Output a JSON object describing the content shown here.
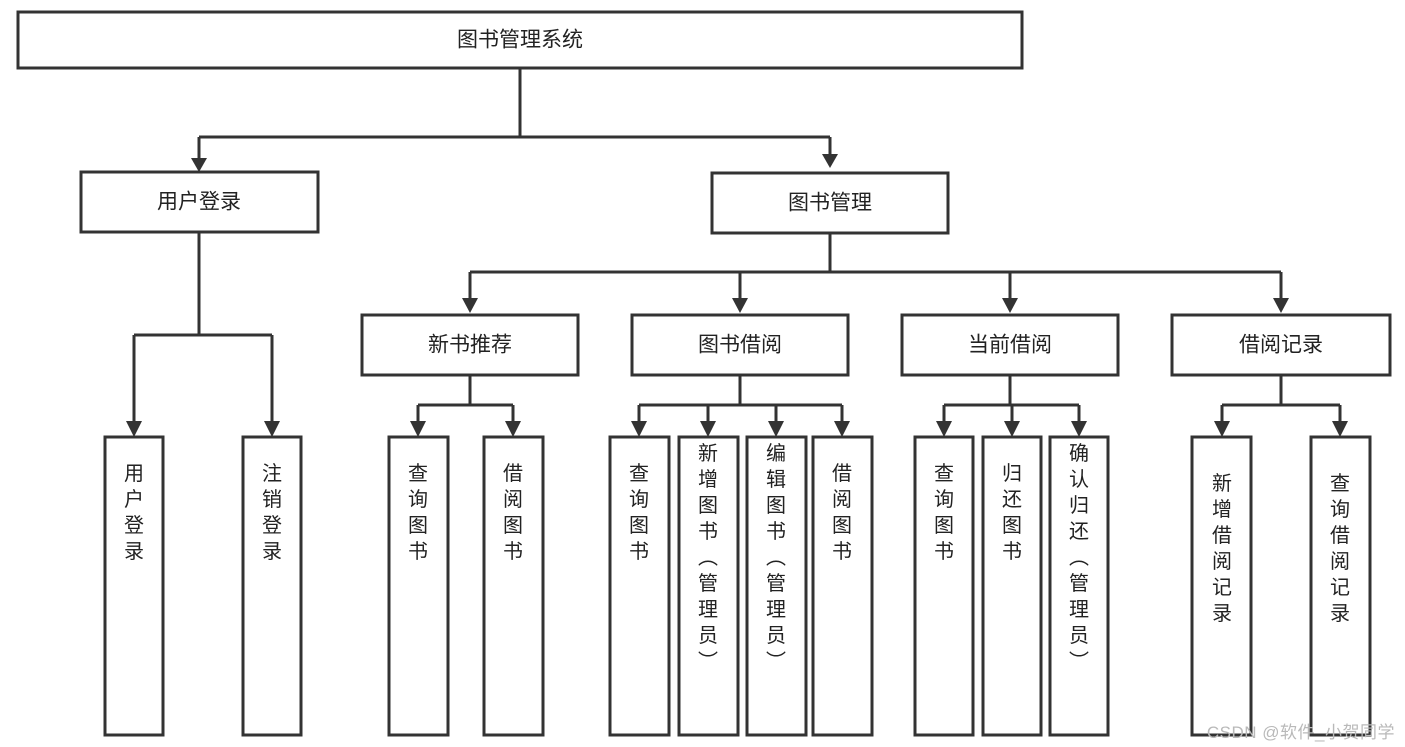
{
  "diagram": {
    "type": "tree-hierarchy-chart",
    "title": "图书管理系统",
    "orientation": "top-down",
    "colors": {
      "box_stroke": "#333333",
      "box_fill": "#ffffff",
      "connector": "#333333",
      "text": "#222222",
      "watermark": "#b9b9b9",
      "background": "#ffffff"
    },
    "nodes": {
      "root": {
        "label": "图书管理系统",
        "level": 0,
        "orientation": "horizontal"
      },
      "user_login": {
        "label": "用户登录",
        "level": 1,
        "orientation": "horizontal"
      },
      "book_manage": {
        "label": "图书管理",
        "level": 1,
        "orientation": "horizontal"
      },
      "new_book_rec": {
        "label": "新书推荐",
        "level": 2,
        "orientation": "horizontal"
      },
      "book_borrow": {
        "label": "图书借阅",
        "level": 2,
        "orientation": "horizontal"
      },
      "current_borrow": {
        "label": "当前借阅",
        "level": 2,
        "orientation": "horizontal"
      },
      "borrow_record": {
        "label": "借阅记录",
        "level": 2,
        "orientation": "horizontal"
      },
      "leaf_user_login": {
        "label": "用户登录",
        "level": 2,
        "orientation": "vertical"
      },
      "leaf_user_logout": {
        "label": "注销登录",
        "level": 2,
        "orientation": "vertical"
      },
      "leaf_rec_query": {
        "label": "查询图书",
        "level": 3,
        "orientation": "vertical"
      },
      "leaf_rec_borrow": {
        "label": "借阅图书",
        "level": 3,
        "orientation": "vertical"
      },
      "leaf_bb_query": {
        "label": "查询图书",
        "level": 3,
        "orientation": "vertical"
      },
      "leaf_bb_add": {
        "label": "新增图书（管理员）",
        "level": 3,
        "orientation": "vertical"
      },
      "leaf_bb_edit": {
        "label": "编辑图书（管理员）",
        "level": 3,
        "orientation": "vertical"
      },
      "leaf_bb_borrow": {
        "label": "借阅图书",
        "level": 3,
        "orientation": "vertical"
      },
      "leaf_cb_query": {
        "label": "查询图书",
        "level": 3,
        "orientation": "vertical"
      },
      "leaf_cb_return": {
        "label": "归还图书",
        "level": 3,
        "orientation": "vertical"
      },
      "leaf_cb_confirm": {
        "label": "确认归还（管理员）",
        "level": 3,
        "orientation": "vertical"
      },
      "leaf_br_add": {
        "label": "新增借阅记录",
        "level": 3,
        "orientation": "vertical"
      },
      "leaf_br_query": {
        "label": "查询借阅记录",
        "level": 3,
        "orientation": "vertical"
      }
    },
    "edges": [
      {
        "from": "root",
        "to": "user_login"
      },
      {
        "from": "root",
        "to": "book_manage"
      },
      {
        "from": "user_login",
        "to": "leaf_user_login"
      },
      {
        "from": "user_login",
        "to": "leaf_user_logout"
      },
      {
        "from": "book_manage",
        "to": "new_book_rec"
      },
      {
        "from": "book_manage",
        "to": "book_borrow"
      },
      {
        "from": "book_manage",
        "to": "current_borrow"
      },
      {
        "from": "book_manage",
        "to": "borrow_record"
      },
      {
        "from": "new_book_rec",
        "to": "leaf_rec_query"
      },
      {
        "from": "new_book_rec",
        "to": "leaf_rec_borrow"
      },
      {
        "from": "book_borrow",
        "to": "leaf_bb_query"
      },
      {
        "from": "book_borrow",
        "to": "leaf_bb_add"
      },
      {
        "from": "book_borrow",
        "to": "leaf_bb_edit"
      },
      {
        "from": "book_borrow",
        "to": "leaf_bb_borrow"
      },
      {
        "from": "current_borrow",
        "to": "leaf_cb_query"
      },
      {
        "from": "current_borrow",
        "to": "leaf_cb_return"
      },
      {
        "from": "current_borrow",
        "to": "leaf_cb_confirm"
      },
      {
        "from": "borrow_record",
        "to": "leaf_br_add"
      },
      {
        "from": "borrow_record",
        "to": "leaf_br_query"
      }
    ]
  },
  "watermark": {
    "text": "CSDN @软件_小贺同学"
  }
}
